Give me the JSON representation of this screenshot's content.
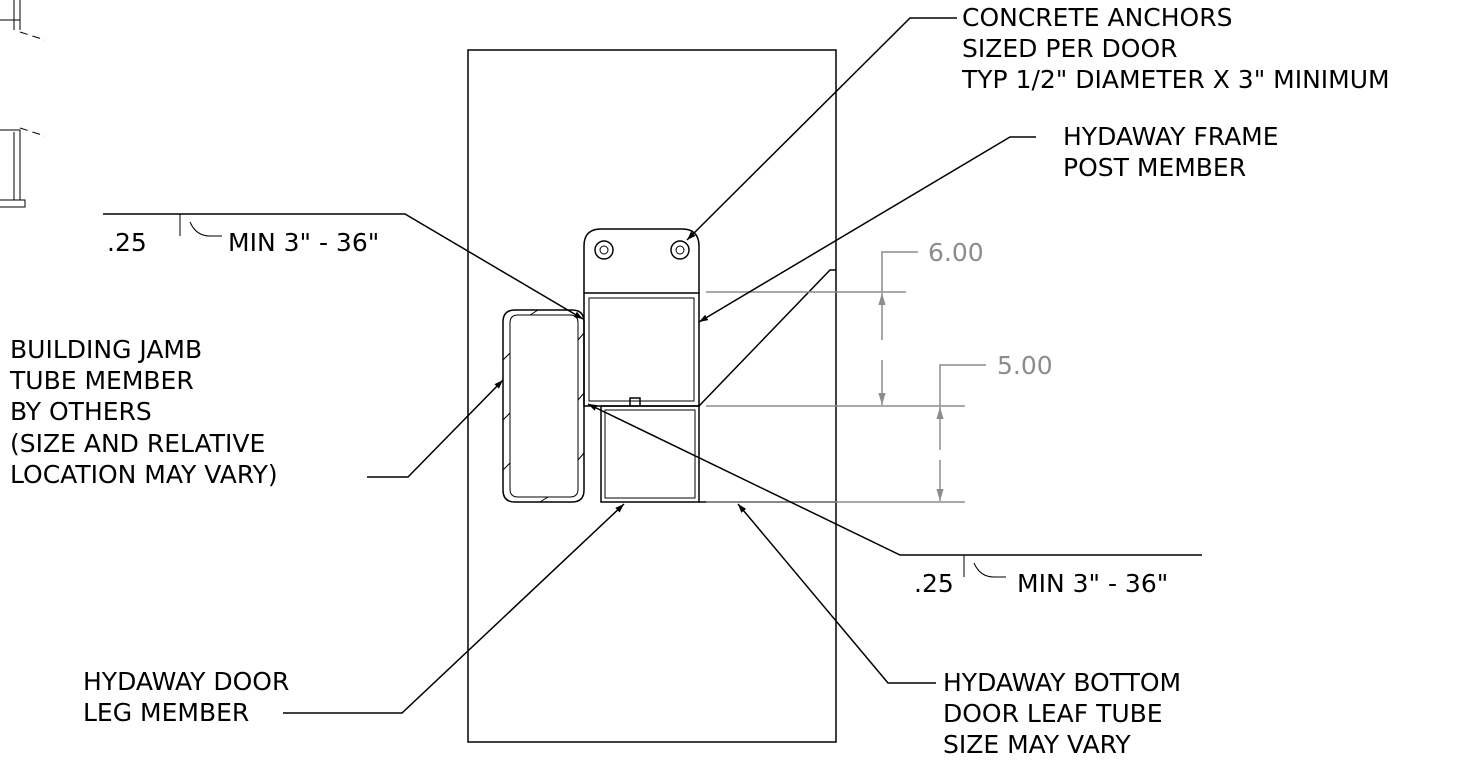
{
  "labels": {
    "concrete_anchors": [
      "CONCRETE ANCHORS",
      "SIZED PER DOOR",
      "TYP 1/2\" DIAMETER X 3\" MINIMUM"
    ],
    "frame_post": [
      "HYDAWAY FRAME",
      "POST MEMBER"
    ],
    "building_jamb": [
      "BUILDING JAMB",
      "TUBE MEMBER",
      "BY OTHERS",
      "(SIZE AND RELATIVE",
      "LOCATION MAY VARY)"
    ],
    "door_leg": [
      "HYDAWAY DOOR",
      "LEG MEMBER"
    ],
    "bottom_leaf": [
      "HYDAWAY BOTTOM",
      "DOOR LEAF TUBE",
      "SIZE MAY VARY"
    ]
  },
  "welds": [
    {
      "size": ".25",
      "length": "MIN 3\" - 36\""
    },
    {
      "size": ".25",
      "length": "MIN 3\" - 36\""
    }
  ],
  "dimensions": {
    "upper": "6.00",
    "lower": "5.00"
  },
  "colors": {
    "line": "#000000",
    "dimension": "#8c8c8c",
    "background": "#ffffff"
  }
}
